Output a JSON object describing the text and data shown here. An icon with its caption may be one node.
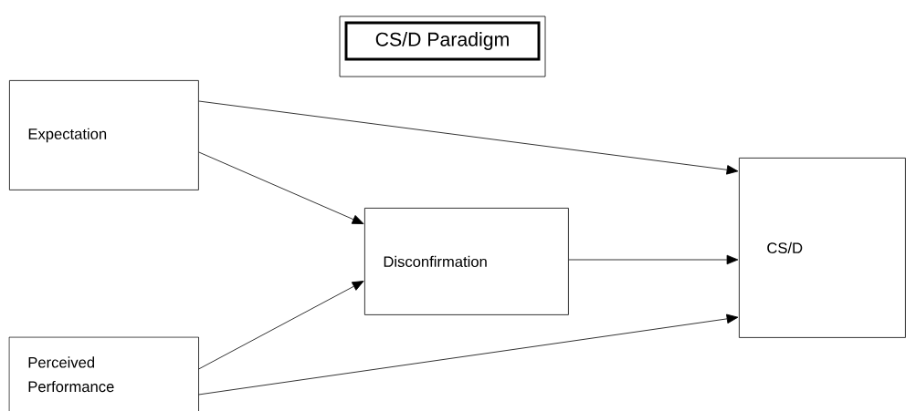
{
  "diagram": {
    "title": "CS/D Paradigm",
    "nodes": [
      {
        "text": [
          "Expectation"
        ]
      },
      {
        "text": [
          "Disconfirmation"
        ]
      },
      {
        "text": [
          "CS/D"
        ]
      },
      {
        "text": [
          "Perceived Performance"
        ]
      }
    ],
    "edges": [
      {
        "from": 0,
        "to": 2,
        "arrow": "to"
      },
      {
        "from": 0,
        "to": 1,
        "arrow": "to"
      },
      {
        "from": 3,
        "to": 1,
        "arrow": "to"
      },
      {
        "from": 1,
        "to": 2,
        "arrow": "to"
      },
      {
        "from": 3,
        "to": 2,
        "arrow": "to"
      }
    ]
  }
}
